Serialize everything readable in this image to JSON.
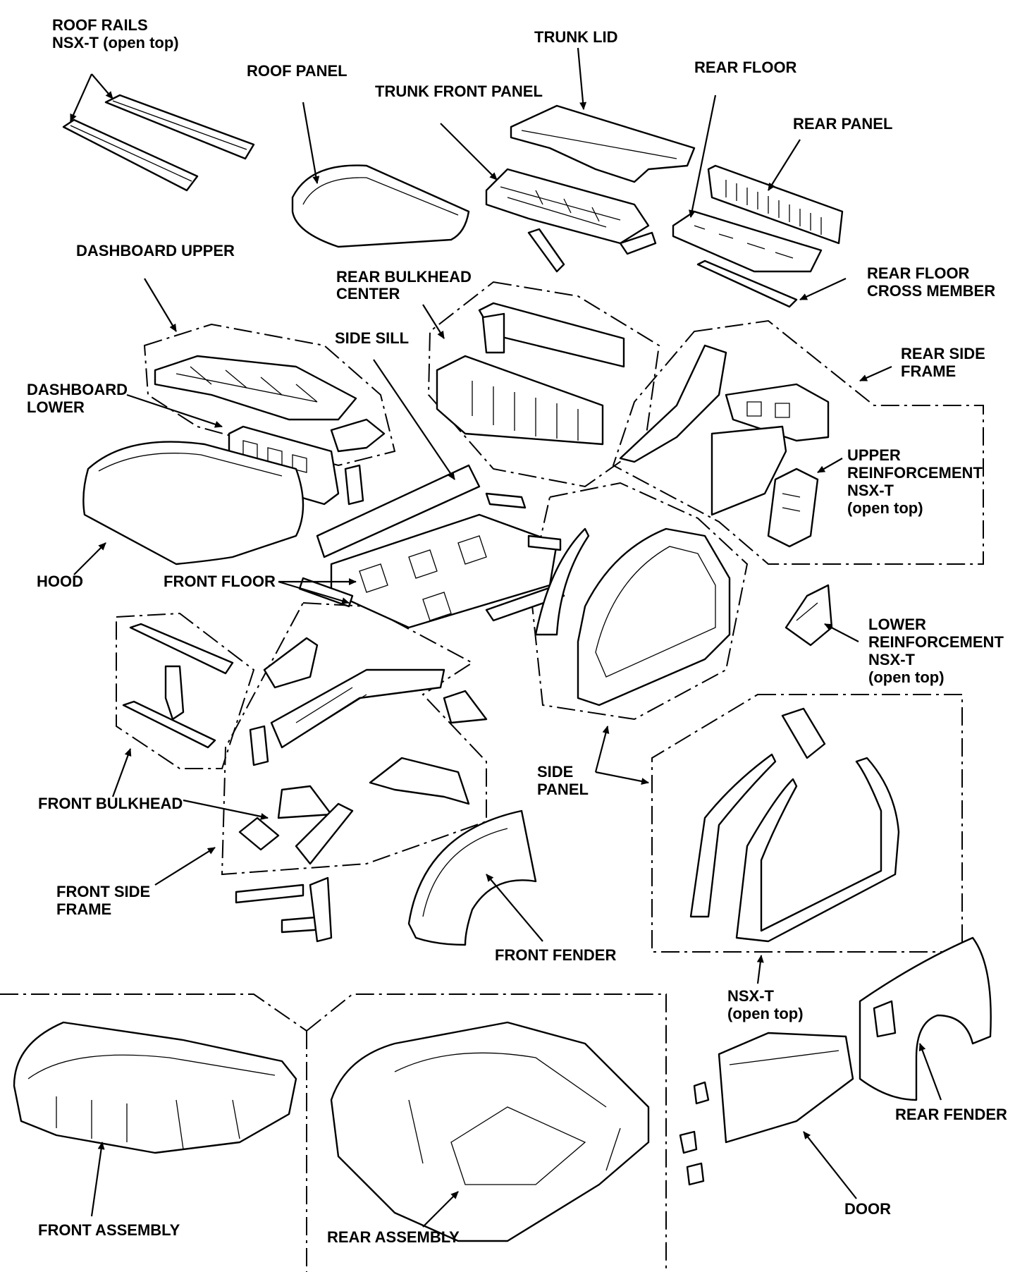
{
  "labels": {
    "roof_rails_1": "ROOF RAILS",
    "roof_rails_2": "NSX-T (open top)",
    "roof_panel": "ROOF PANEL",
    "trunk_lid": "TRUNK LID",
    "trunk_front_panel": "TRUNK FRONT PANEL",
    "rear_floor": "REAR FLOOR",
    "rear_panel": "REAR PANEL",
    "dashboard_upper": "DASHBOARD UPPER",
    "rear_bulkhead_1": "REAR BULKHEAD",
    "rear_bulkhead_2": "CENTER",
    "rear_floor_cross_1": "REAR FLOOR",
    "rear_floor_cross_2": "CROSS MEMBER",
    "side_sill": "SIDE SILL",
    "rear_side_frame_1": "REAR SIDE",
    "rear_side_frame_2": "FRAME",
    "dashboard_lower_1": "DASHBOARD",
    "dashboard_lower_2": "LOWER",
    "upper_reinf_1": "UPPER",
    "upper_reinf_2": "REINFORCEMENT",
    "upper_reinf_3": "NSX-T",
    "upper_reinf_4": "(open top)",
    "hood": "HOOD",
    "front_floor": "FRONT FLOOR",
    "lower_reinf_1": "LOWER",
    "lower_reinf_2": "REINFORCEMENT",
    "lower_reinf_3": "NSX-T",
    "lower_reinf_4": "(open top)",
    "side_panel_1": "SIDE",
    "side_panel_2": "PANEL",
    "front_bulkhead": "FRONT BULKHEAD",
    "front_side_frame_1": "FRONT SIDE",
    "front_side_frame_2": "FRAME",
    "front_fender": "FRONT FENDER",
    "nsx_t_1": "NSX-T",
    "nsx_t_2": "(open top)",
    "rear_fender": "REAR FENDER",
    "door": "DOOR",
    "front_assembly": "FRONT ASSEMBLY",
    "rear_assembly": "REAR ASSEMBLY"
  }
}
